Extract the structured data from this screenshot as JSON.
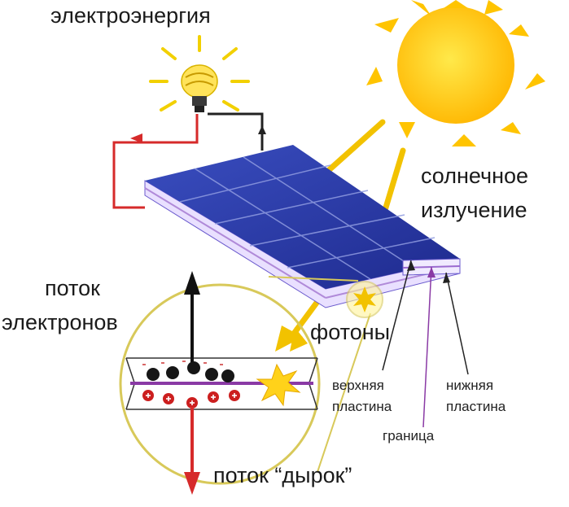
{
  "labels": {
    "electricity": "электроэнергия",
    "solar_radiation_line1": "солнечное",
    "solar_radiation_line2": "излучение",
    "electron_flow_line1": "поток",
    "electron_flow_line2": "электронов",
    "photons": "фотоны",
    "upper_plate_line1": "верхняя",
    "upper_plate_line2": "пластина",
    "lower_plate_line1": "нижняя",
    "lower_plate_line2": "пластина",
    "boundary": "граница",
    "hole_flow": "поток “дырок”"
  },
  "colors": {
    "sun": "#ffd21a",
    "sun_ray": "#f7c400",
    "panel": "#2b3aa8",
    "panel_grid": "#8f9be0",
    "wire": "#d62a2a",
    "zoom_circle": "#d8c95a",
    "electron": "#161616",
    "hole": "#cc1f1f",
    "boundary_line": "#8a3aa5"
  },
  "icons": [
    "sun-icon",
    "light-bulb-icon",
    "photon-burst-icon"
  ]
}
